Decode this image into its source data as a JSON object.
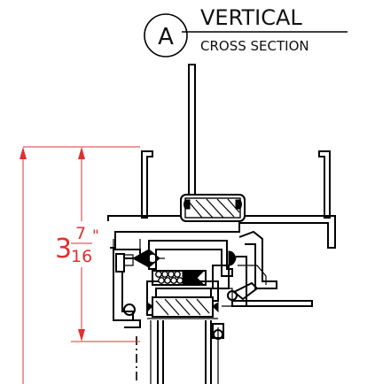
{
  "callout": {
    "letter": "A",
    "title": "VERTICAL",
    "subtitle": "CROSS SECTION"
  },
  "dimension": {
    "whole": "3",
    "numerator": "7",
    "denominator": "16",
    "unit": "\""
  },
  "colors": {
    "dimension": "#e03030",
    "linework": "#000000",
    "background": "#ffffff"
  }
}
